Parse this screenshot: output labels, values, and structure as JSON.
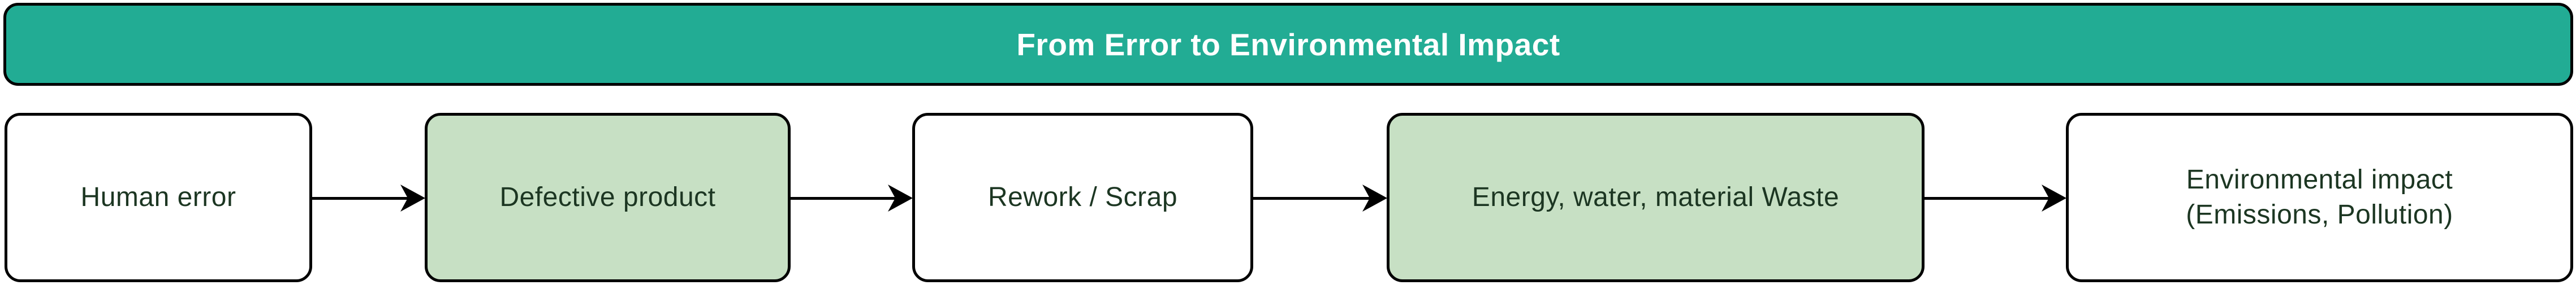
{
  "banner": {
    "title": "From Error to Environmental Impact"
  },
  "nodes": [
    {
      "id": "human-error",
      "label": "Human error",
      "highlighted": false
    },
    {
      "id": "defective-product",
      "label": "Defective product",
      "highlighted": true
    },
    {
      "id": "rework-scrap",
      "label": "Rework / Scrap",
      "highlighted": false
    },
    {
      "id": "energy-water-material-waste",
      "label": "Energy, water, material Waste",
      "highlighted": true
    },
    {
      "id": "environmental-impact",
      "label": "Environmental impact\n(Emissions, Pollution)",
      "highlighted": false
    }
  ],
  "arrows": [
    {
      "from": "human-error",
      "to": "defective-product"
    },
    {
      "from": "defective-product",
      "to": "rework-scrap"
    },
    {
      "from": "rework-scrap",
      "to": "energy-water-material-waste"
    },
    {
      "from": "energy-water-material-waste",
      "to": "environmental-impact"
    }
  ],
  "colors": {
    "banner_fill": "#22ac94",
    "banner_text": "#ffffff",
    "node_fill": "#ffffff",
    "node_highlight_fill": "#c7e0c4",
    "node_text": "#1c3622",
    "stroke": "#000000",
    "canvas_bg": "#ffffff"
  }
}
